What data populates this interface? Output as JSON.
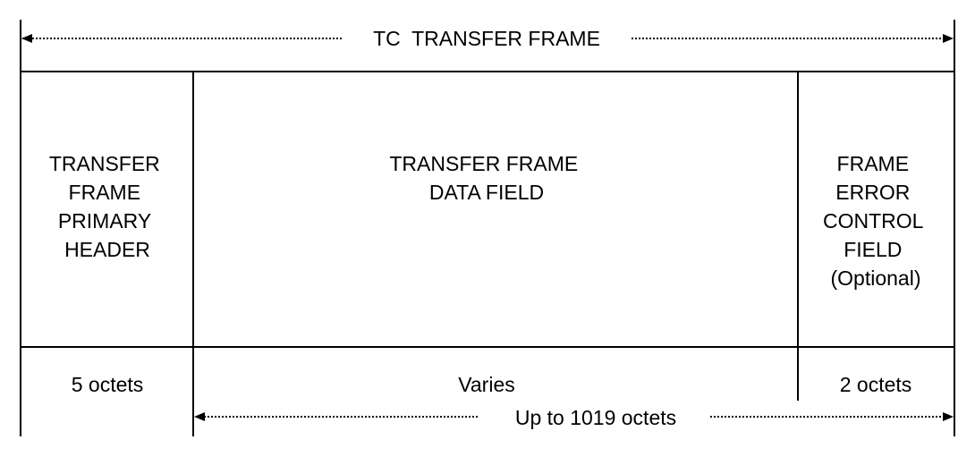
{
  "diagram": {
    "top_span_label": "TC  TRANSFER FRAME",
    "bottom_span_label": "Up to 1019 octets",
    "fields": [
      {
        "lines": [
          "TRANSFER",
          "FRAME",
          "PRIMARY",
          "HEADER"
        ],
        "size": "5 octets"
      },
      {
        "lines": [
          "TRANSFER FRAME",
          "DATA FIELD"
        ],
        "size": "Varies"
      },
      {
        "lines": [
          "FRAME",
          "ERROR",
          "CONTROL",
          "FIELD",
          "(Optional)"
        ],
        "size": "2 octets"
      }
    ],
    "colors": {
      "line": "#000000",
      "text": "#000000",
      "background": "#ffffff"
    }
  }
}
